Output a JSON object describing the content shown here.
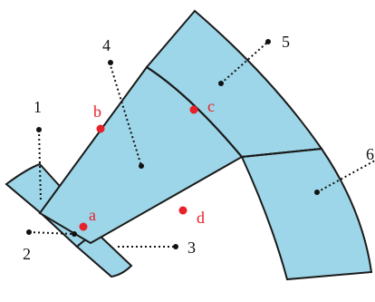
{
  "diagram": {
    "colors": {
      "region_fill": "#9dd6e8",
      "outline": "#1a1a1a",
      "point_marker": "#e8202a",
      "point_label": "#e8202a",
      "callout": "#111111"
    },
    "region_callouts": [
      {
        "id": "1",
        "text": "1"
      },
      {
        "id": "2",
        "text": "2"
      },
      {
        "id": "3",
        "text": "3"
      },
      {
        "id": "4",
        "text": "4"
      },
      {
        "id": "5",
        "text": "5"
      },
      {
        "id": "6",
        "text": "6"
      }
    ],
    "points": [
      {
        "id": "a",
        "text": "a"
      },
      {
        "id": "b",
        "text": "b"
      },
      {
        "id": "c",
        "text": "c"
      },
      {
        "id": "d",
        "text": "d"
      }
    ]
  }
}
